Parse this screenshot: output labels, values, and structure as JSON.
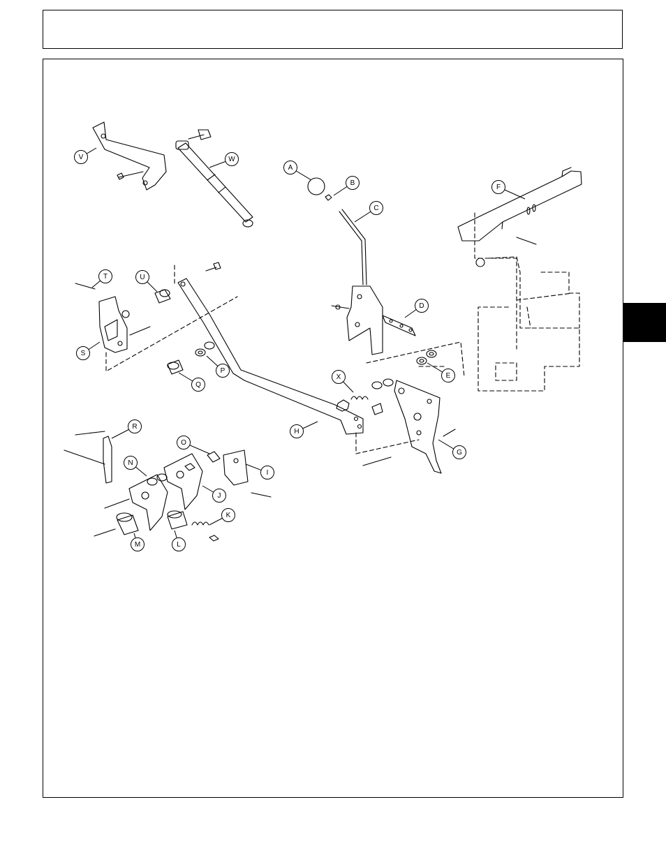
{
  "callouts": [
    "A",
    "B",
    "C",
    "D",
    "E",
    "F",
    "G",
    "H",
    "I",
    "J",
    "K",
    "L",
    "M",
    "N",
    "O",
    "P",
    "Q",
    "R",
    "S",
    "T",
    "U",
    "V",
    "W",
    "X"
  ],
  "colors": {
    "ink": "#000000",
    "paper": "#ffffff",
    "tab": "#000000"
  }
}
